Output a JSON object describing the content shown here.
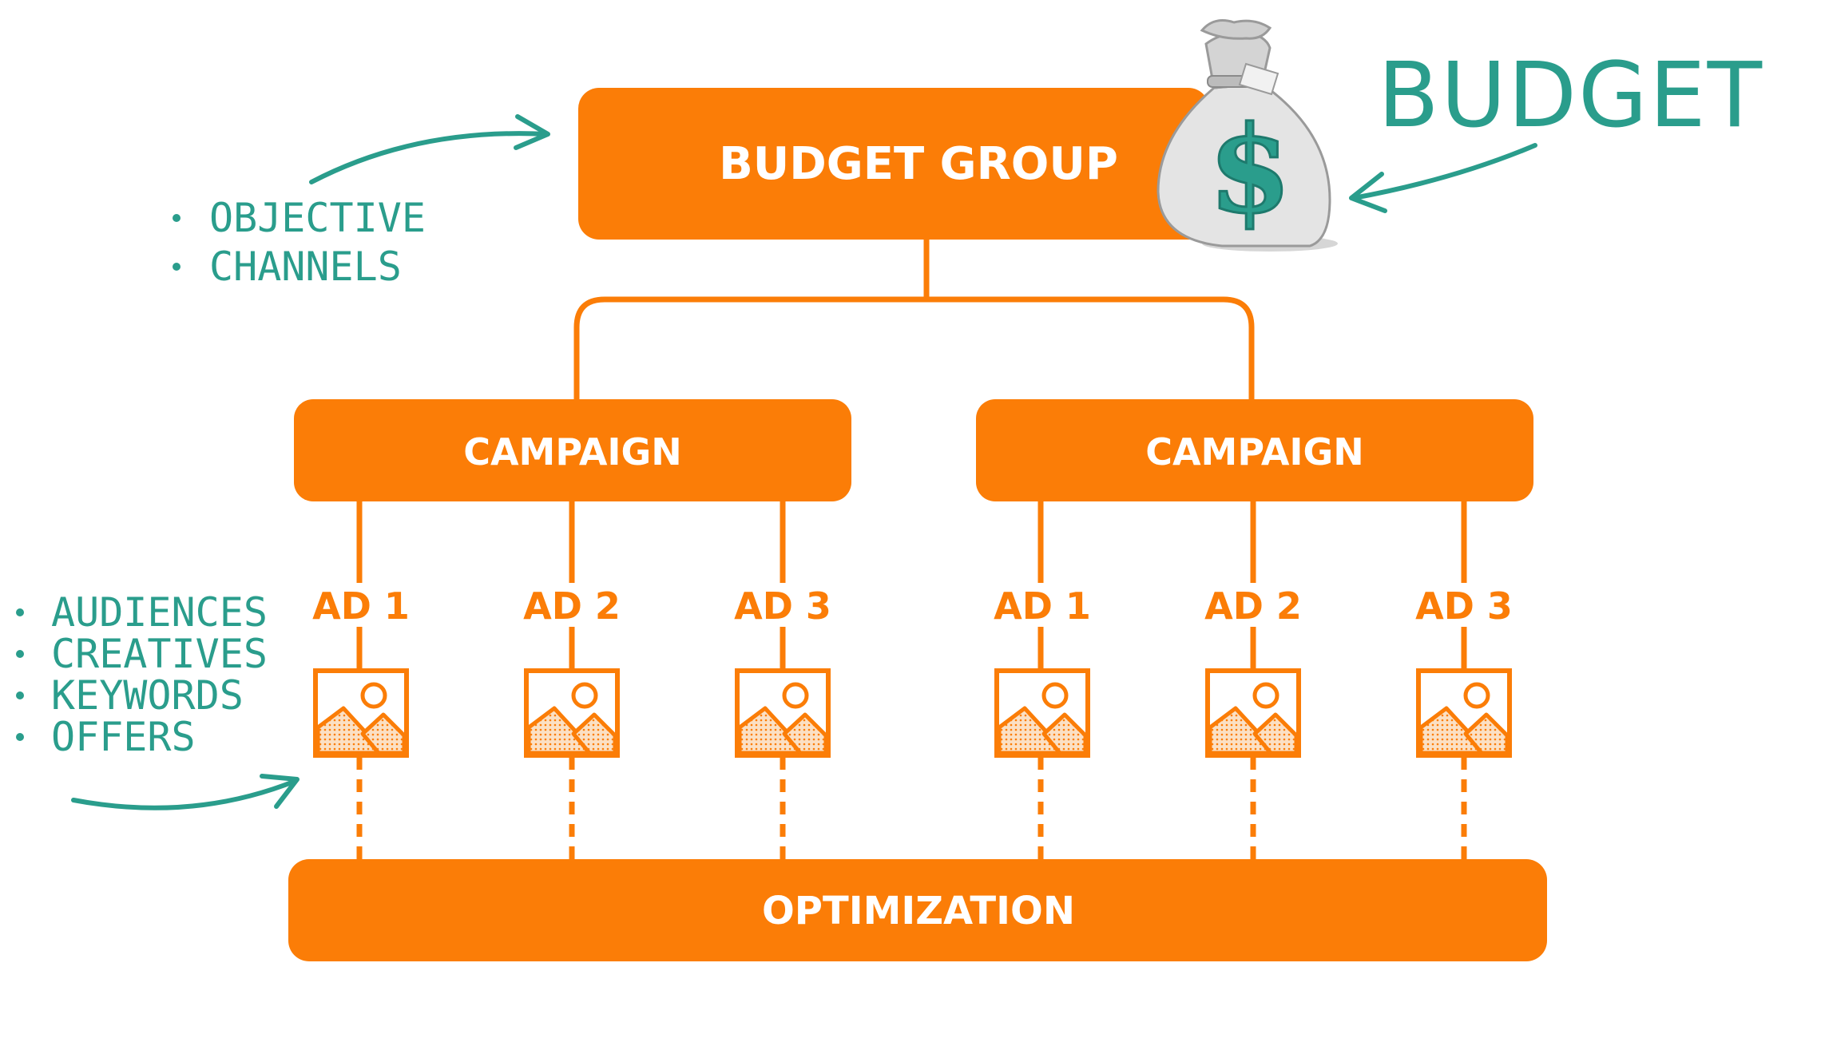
{
  "budget_group": {
    "label": "BUDGET GROUP"
  },
  "campaigns": [
    {
      "label": "CAMPAIGN"
    },
    {
      "label": "CAMPAIGN"
    }
  ],
  "ads": [
    {
      "label": "AD 1"
    },
    {
      "label": "AD 2"
    },
    {
      "label": "AD 3"
    },
    {
      "label": "AD 1"
    },
    {
      "label": "AD 2"
    },
    {
      "label": "AD 3"
    }
  ],
  "optimization": {
    "label": "OPTIMIZATION"
  },
  "budget_note": {
    "label": "BUDGET"
  },
  "budget_group_notes": [
    "OBJECTIVE",
    "CHANNELS"
  ],
  "ad_notes": [
    "AUDIENCES",
    "CREATIVES",
    "KEYWORDS",
    "OFFERS"
  ],
  "money_bag": {
    "symbol": "$"
  },
  "colors": {
    "orange": "#fb7d07",
    "teal": "#2a9d8c",
    "white": "#ffffff"
  }
}
